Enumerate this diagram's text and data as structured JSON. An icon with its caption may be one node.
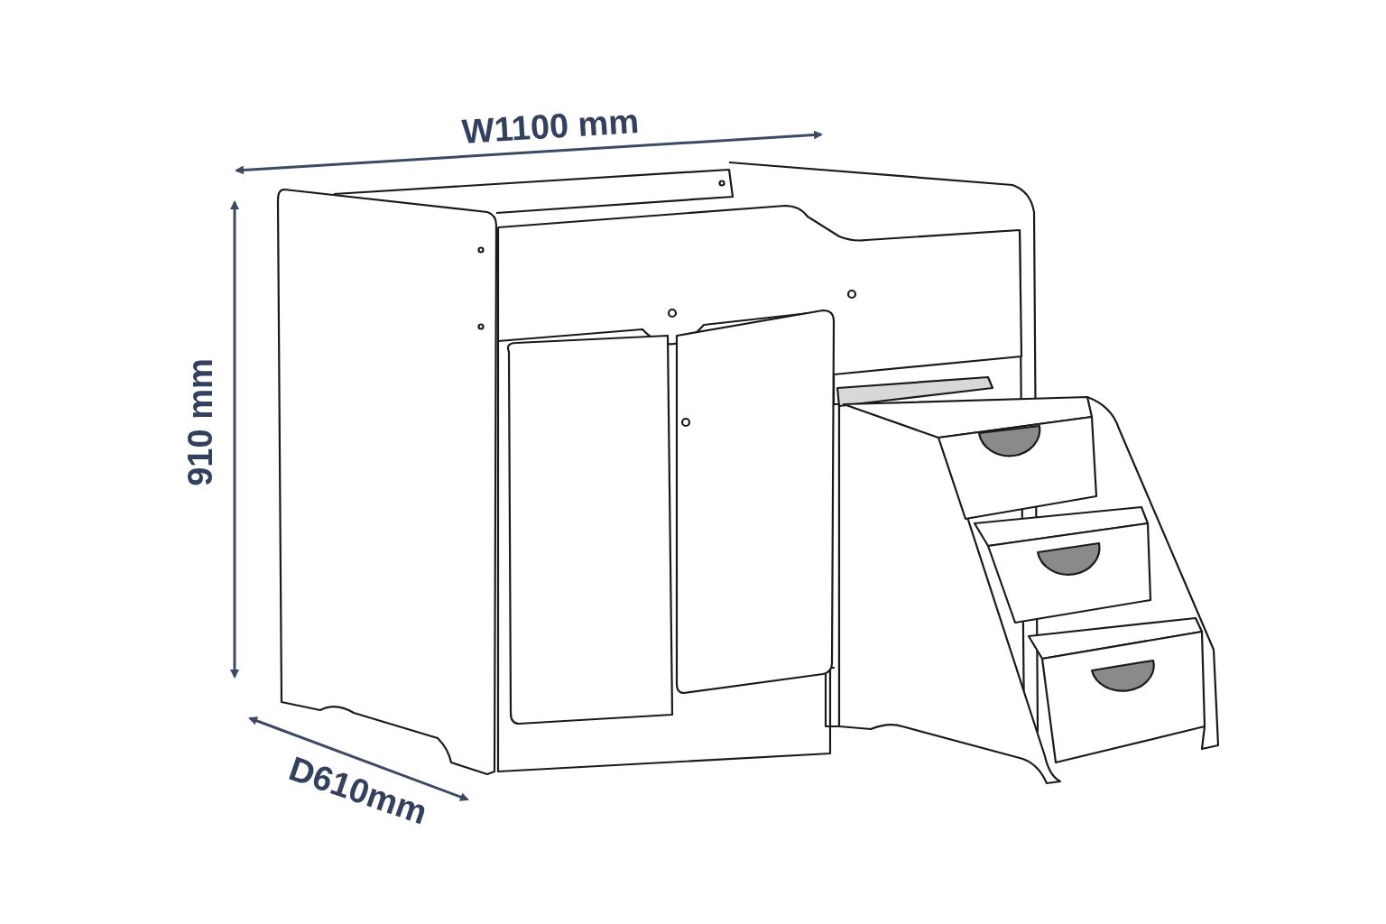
{
  "diagram": {
    "labels": [
      "W1100 mm",
      "910 mm",
      "D610mm"
    ]
  }
}
